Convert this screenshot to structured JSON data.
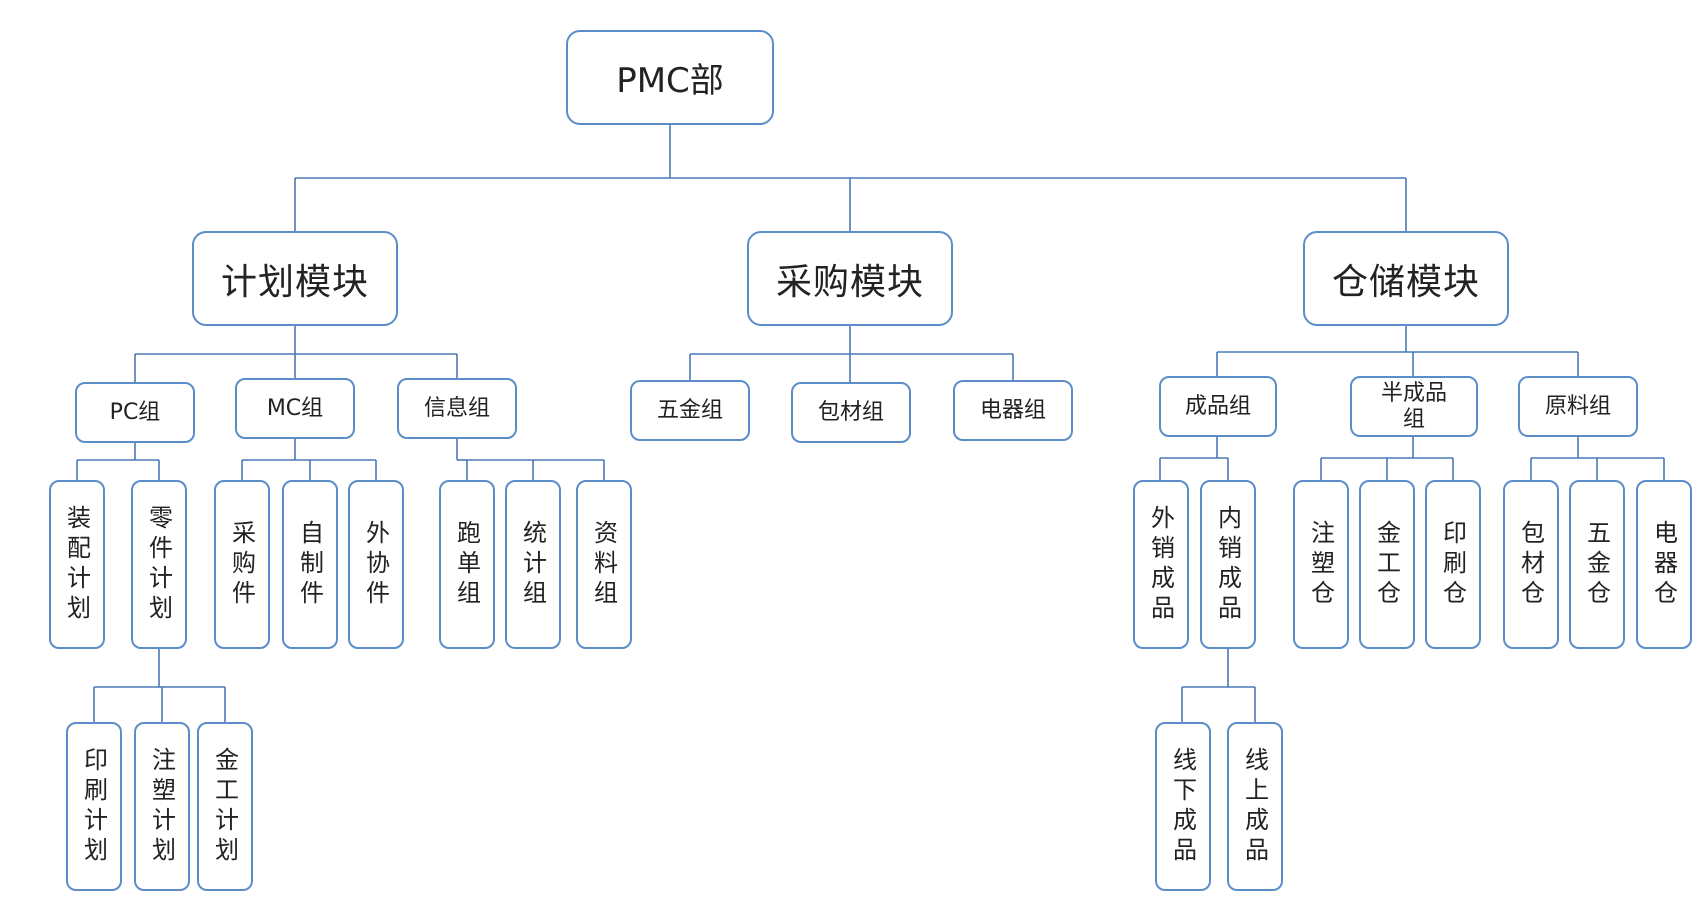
{
  "root": "PMC部",
  "modules": {
    "plan": "计划模块",
    "purchase": "采购模块",
    "storage": "仓储模块"
  },
  "plan_groups": {
    "pc": {
      "label": "PC组",
      "children": [
        "装配计划",
        "零件计划"
      ],
      "sub": [
        "印刷计划",
        "注塑计划",
        "金工计划"
      ]
    },
    "mc": {
      "label": "MC组",
      "children": [
        "采购件",
        "自制件",
        "外协件"
      ]
    },
    "info": {
      "label": "信息组",
      "children": [
        "跑单组",
        "统计组",
        "资料组"
      ]
    }
  },
  "purchase_groups": [
    "五金组",
    "包材组",
    "电器组"
  ],
  "storage_groups": {
    "finished": {
      "label": "成品组",
      "children": [
        "外销成品",
        "内销成品"
      ],
      "sub": [
        "线下成品",
        "线上成品"
      ]
    },
    "semi": {
      "label": "半成品组",
      "children": [
        "注塑仓",
        "金工仓",
        "印刷仓"
      ]
    },
    "raw": {
      "label": "原料组",
      "children": [
        "包材仓",
        "五金仓",
        "电器仓"
      ]
    }
  }
}
